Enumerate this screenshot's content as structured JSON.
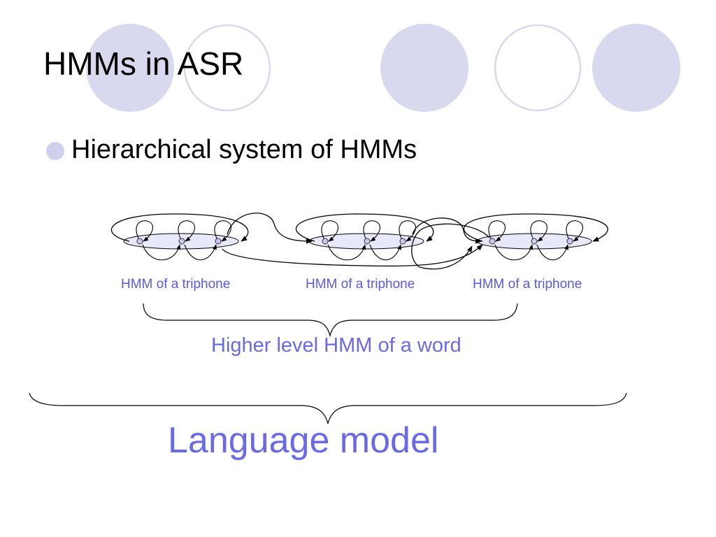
{
  "slide": {
    "title": "HMMs in ASR",
    "bullet": "Hierarchical system of HMMs"
  },
  "diagram": {
    "triphone_labels": [
      "HMM of a triphone",
      "HMM of a triphone",
      "HMM of a triphone"
    ],
    "word_label": "Higher level HMM of a word",
    "language_model_label": "Language model"
  },
  "colors": {
    "accent_circle": "#d8d8ee",
    "text_accent": "#5a5ae0",
    "bullet": "#cfd0ec"
  }
}
